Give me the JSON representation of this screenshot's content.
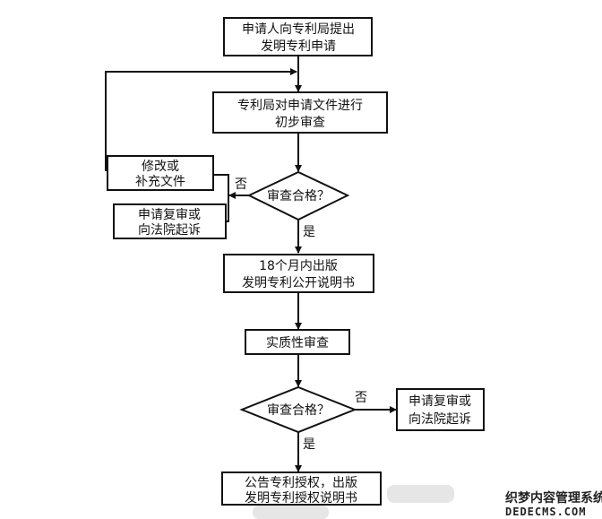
{
  "nodes": {
    "apply": [
      "申请人向专利局提出",
      "发明专利申请"
    ],
    "prelim": [
      "专利局对申请文件进行",
      "初步审查"
    ],
    "amend": [
      "修改或",
      "补充文件"
    ],
    "appeal1": [
      "申请复审或",
      "向法院起诉"
    ],
    "check1": "审查合格？",
    "publish": [
      "18个月内出版",
      "发明专利公开说明书"
    ],
    "substantive": "实质性审查",
    "check2": "审查合格？",
    "appeal2": [
      "申请复审或",
      "向法院起诉"
    ],
    "grant": [
      "公告专利授权，出版",
      "发明专利授权说明书"
    ]
  },
  "labels": {
    "no1": "否",
    "yes1": "是",
    "no2": "否",
    "yes2": "是"
  },
  "watermark": {
    "line1": "织梦内容管理系统",
    "line2": "DEDECMS.COM"
  }
}
